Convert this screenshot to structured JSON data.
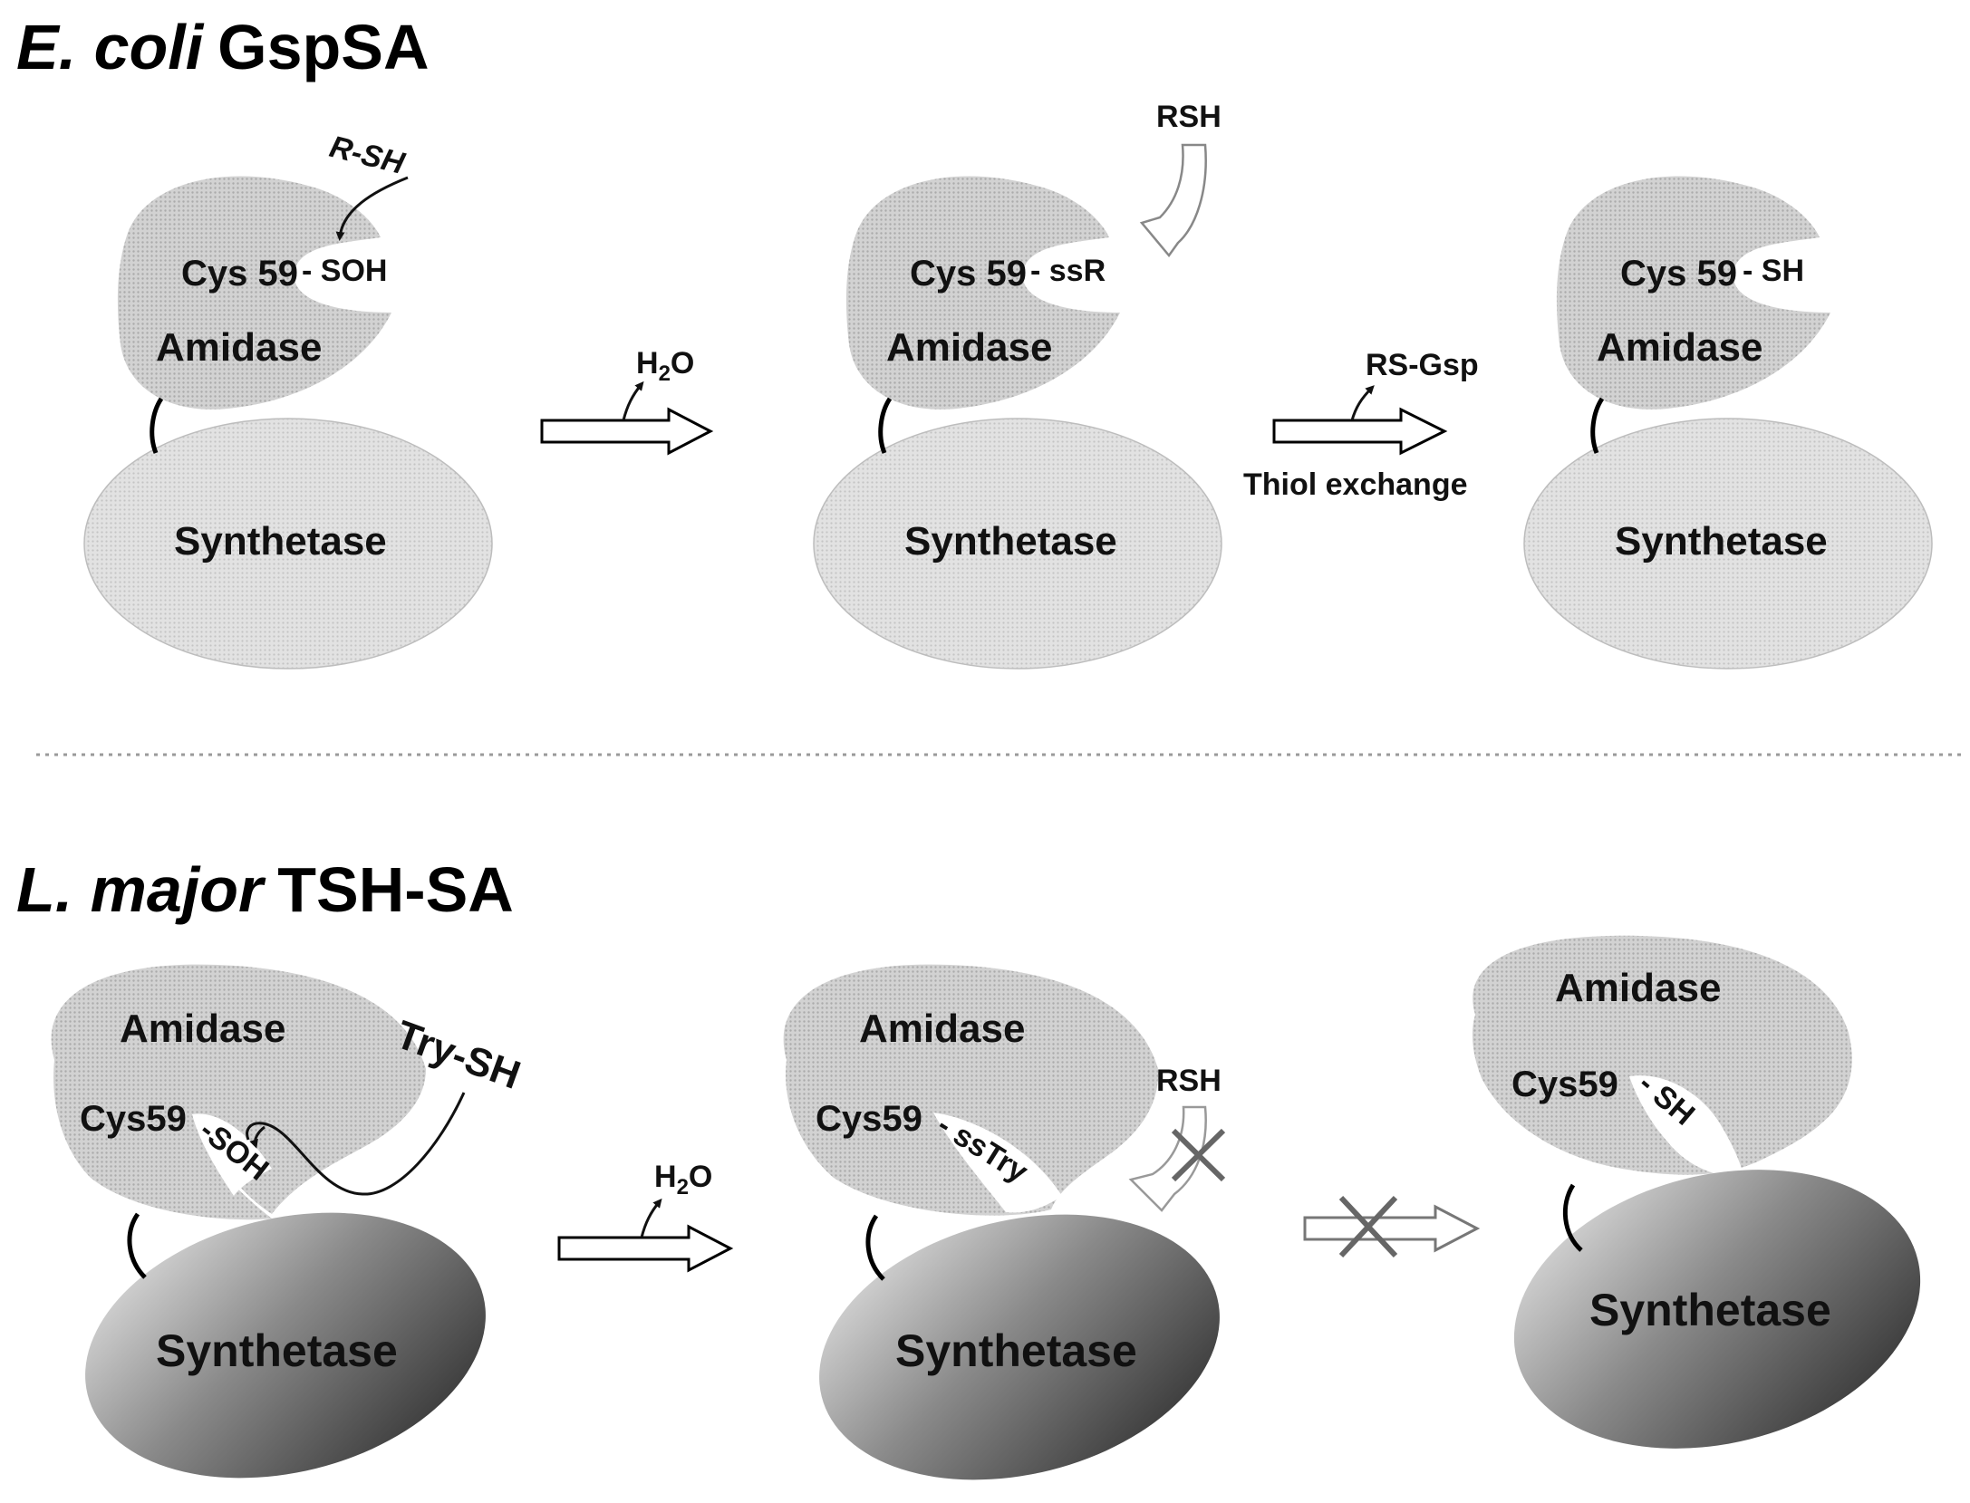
{
  "top": {
    "title_italic": "E. coli",
    "title_rest": "GspSA",
    "panel1": {
      "amidase": "Amidase",
      "synthetetase": "Synthetase",
      "cys": "Cys 59",
      "group": "- SOH",
      "reagent": "R-SH"
    },
    "arrow1": {
      "h": "H",
      "sub": "2",
      "o": "O"
    },
    "panel2": {
      "amidase": "Amidase",
      "synthetetase": "Synthetase",
      "cys": "Cys 59",
      "group": "- ssR",
      "reagent": "RSH"
    },
    "arrow2": {
      "product": "RS-Gsp",
      "caption": "Thiol exchange"
    },
    "panel3": {
      "amidase": "Amidase",
      "synthetetase": "Synthetase",
      "cys": "Cys 59",
      "group": "- SH"
    }
  },
  "bottom": {
    "title_italic": "L. major",
    "title_rest": "TSH-SA",
    "panel1": {
      "amidase": "Amidase",
      "synthetetase": "Synthetase",
      "cys": "Cys59",
      "group": "-SOH",
      "reagent": "Try-SH"
    },
    "arrow1": {
      "h": "H",
      "sub": "2",
      "o": "O"
    },
    "panel2": {
      "amidase": "Amidase",
      "synthetetase": "Synthetase",
      "cys": "Cys59",
      "group": "- ssTry",
      "reagent": "RSH"
    },
    "panel3": {
      "amidase": "Amidase",
      "synthetetase": "Synthetase",
      "cys": "Cys59",
      "group": "- SH"
    }
  },
  "colors": {
    "amidase_fill": "#c6c6c6",
    "synthetase_light": "#dcdcdc",
    "synthetase_dark_start": "#e0e0e0",
    "synthetase_dark_end": "#2e2e2e",
    "cross": "#666666"
  }
}
